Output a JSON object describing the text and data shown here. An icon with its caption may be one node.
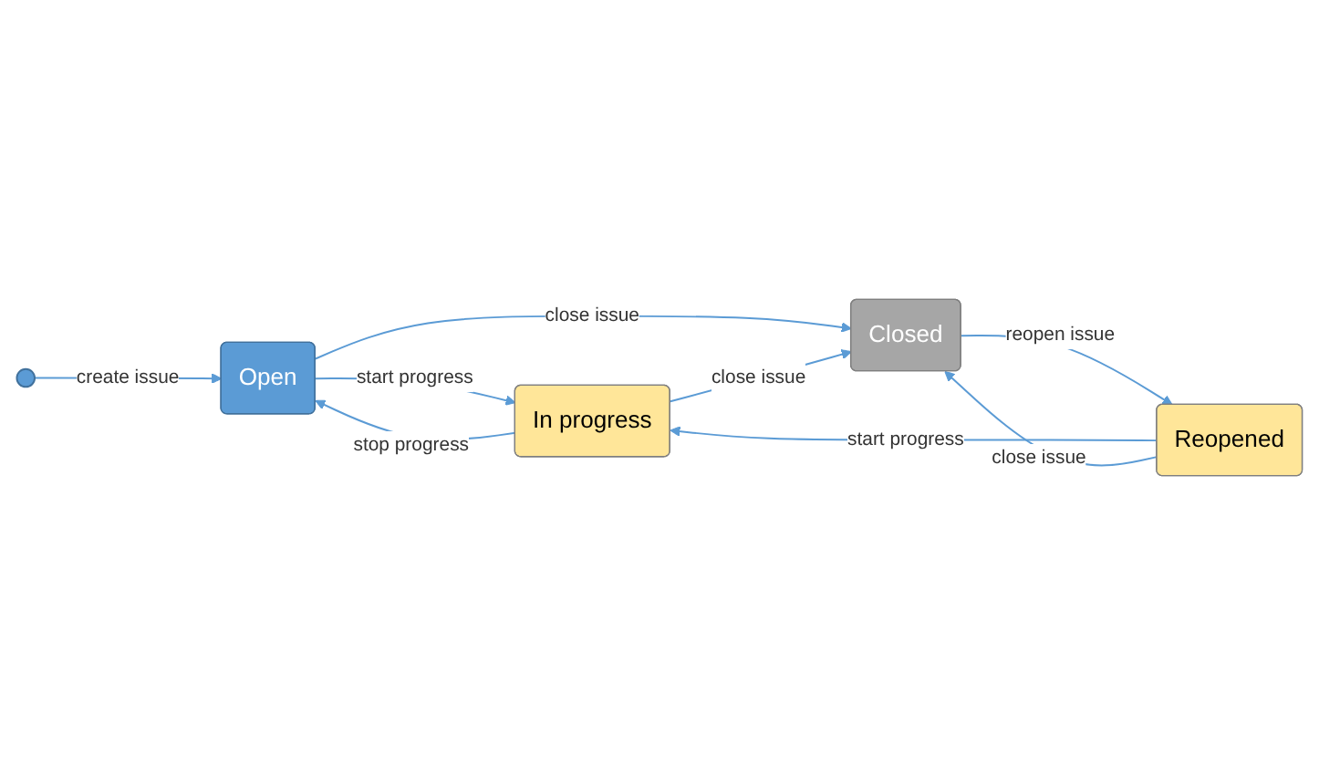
{
  "diagram": {
    "nodes": [
      {
        "text": [],
        "shape": "circle"
      },
      {
        "text": [
          "Open"
        ]
      },
      {
        "text": [
          "Reopened"
        ]
      },
      {
        "text": [
          "In progress"
        ]
      },
      {
        "text": [
          "Closed"
        ]
      }
    ],
    "edges": [
      {
        "from": 0,
        "to": 1,
        "arrow": "to",
        "label": "create issue"
      },
      {
        "from": 1,
        "to": 3,
        "arrow": "to",
        "label": "start progress"
      },
      {
        "from": 1,
        "to": 4,
        "arrow": "to",
        "label": "close issue"
      },
      {
        "from": 3,
        "to": 1,
        "arrow": "to",
        "label": "stop progress"
      },
      {
        "from": 2,
        "to": 3,
        "arrow": "to",
        "label": "start progress"
      },
      {
        "from": 2,
        "to": 4,
        "arrow": "to",
        "label": "close issue"
      },
      {
        "from": 3,
        "to": 4,
        "arrow": "to",
        "label": "close issue"
      },
      {
        "from": 4,
        "to": 2,
        "arrow": "to",
        "label": "reopen issue"
      }
    ]
  }
}
